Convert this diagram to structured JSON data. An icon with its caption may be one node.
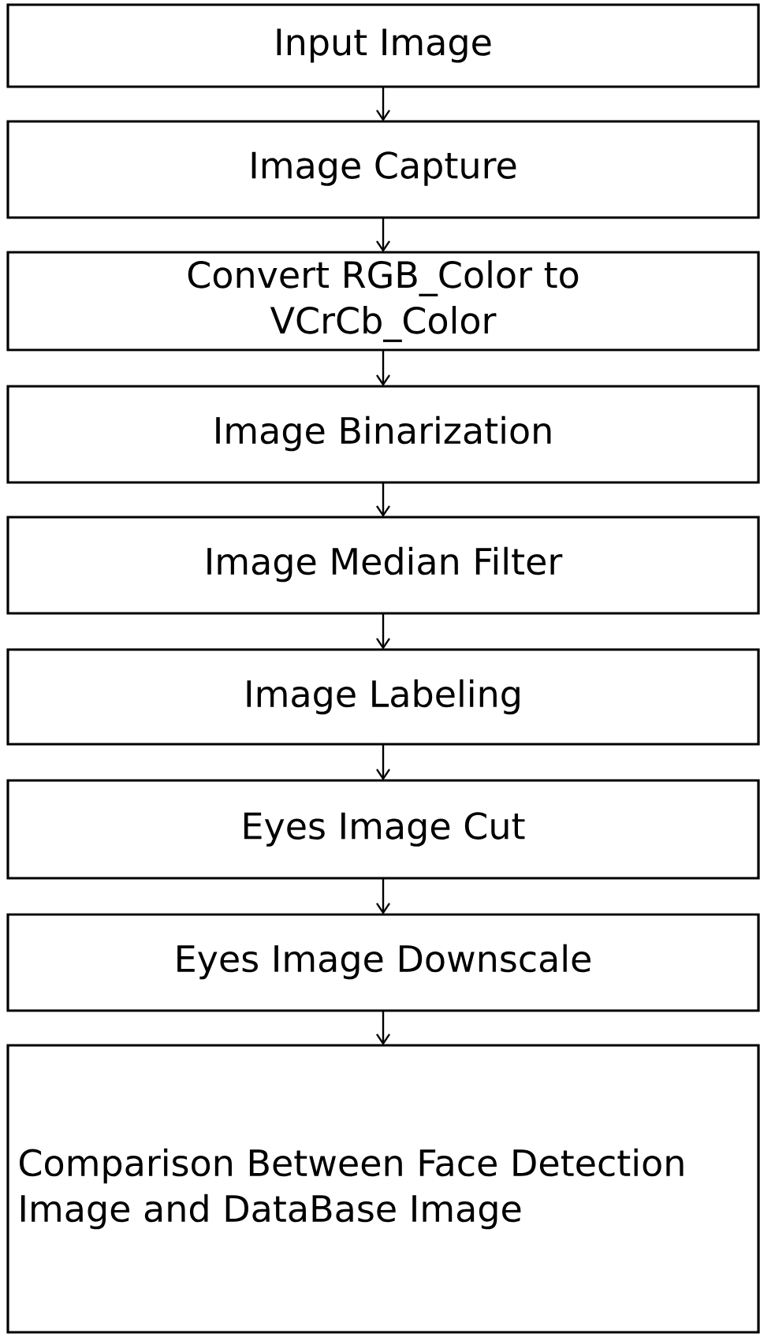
{
  "diagram": {
    "nodes": [
      {
        "text": [
          "Input Image"
        ]
      },
      {
        "text": [
          "Image Capture"
        ]
      },
      {
        "text": [
          "Convert RGB_Color to VCrCb_Color"
        ]
      },
      {
        "text": [
          "Image Binarization"
        ]
      },
      {
        "text": [
          "Image Median Filter"
        ]
      },
      {
        "text": [
          "Image Labeling"
        ]
      },
      {
        "text": [
          "Eyes Image Cut"
        ]
      },
      {
        "text": [
          "Eyes Image Downscale"
        ]
      },
      {
        "text": [
          "Comparison Between Face Detection Image and DataBase Image"
        ]
      }
    ],
    "edges": [
      {
        "from": 0,
        "to": 1,
        "arrow": "to"
      },
      {
        "from": 1,
        "to": 2,
        "arrow": "to"
      },
      {
        "from": 2,
        "to": 3,
        "arrow": "to"
      },
      {
        "from": 3,
        "to": 4,
        "arrow": "to"
      },
      {
        "from": 4,
        "to": 5,
        "arrow": "to"
      },
      {
        "from": 5,
        "to": 6,
        "arrow": "to"
      },
      {
        "from": 6,
        "to": 7,
        "arrow": "to"
      },
      {
        "from": 7,
        "to": 8,
        "arrow": "to"
      }
    ]
  }
}
